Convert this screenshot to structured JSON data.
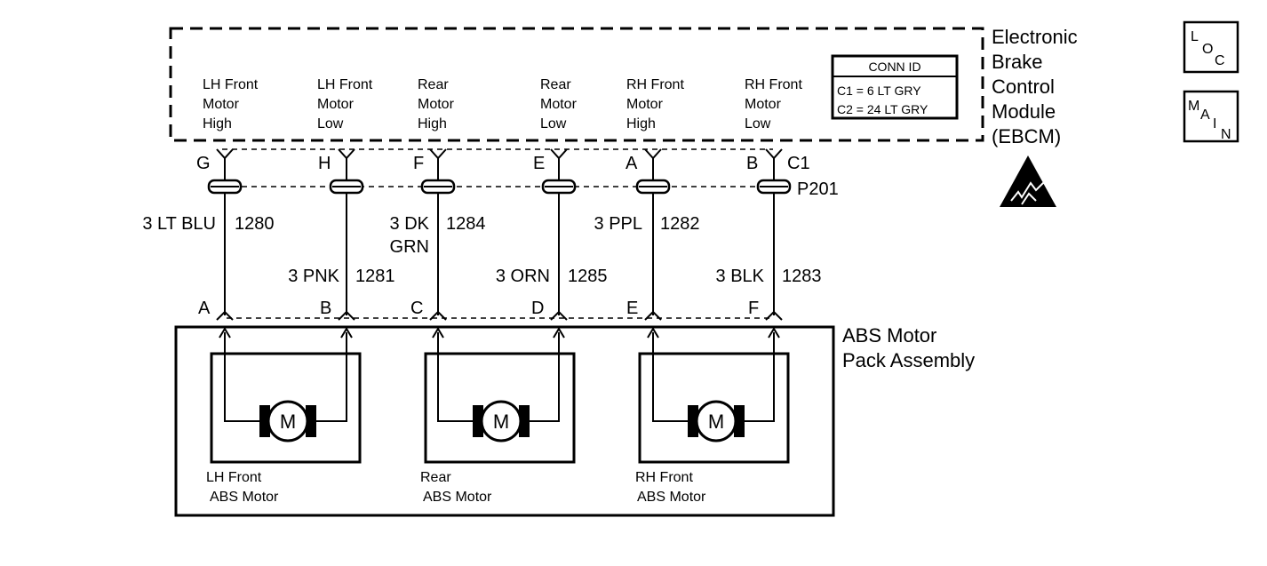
{
  "ebcm": {
    "title_lines": [
      "Electronic",
      "Brake",
      "Control",
      "Module",
      "(EBCM)"
    ],
    "connector": "C1",
    "pins": [
      {
        "label_lines": [
          "LH Front",
          "Motor",
          "High"
        ],
        "letter": "G"
      },
      {
        "label_lines": [
          "LH Front",
          "Motor",
          "Low"
        ],
        "letter": "H"
      },
      {
        "label_lines": [
          "Rear",
          "Motor",
          "High"
        ],
        "letter": "F"
      },
      {
        "label_lines": [
          "Rear",
          "Motor",
          "Low"
        ],
        "letter": "E"
      },
      {
        "label_lines": [
          "RH Front",
          "Motor",
          "High"
        ],
        "letter": "A"
      },
      {
        "label_lines": [
          "RH Front",
          "Motor",
          "Low"
        ],
        "letter": "B"
      }
    ]
  },
  "conn_id": {
    "title": "CONN ID",
    "rows": [
      "C1 = 6 LT GRY",
      "C2 = 24 LT GRY"
    ]
  },
  "splice": "P201",
  "wires": [
    {
      "color_lines": [
        "3 LT BLU"
      ],
      "circuit": "1280"
    },
    {
      "color_lines": [
        "3 PNK"
      ],
      "circuit": "1281"
    },
    {
      "color_lines": [
        "3 DK",
        "GRN"
      ],
      "circuit": "1284"
    },
    {
      "color_lines": [
        "3 ORN"
      ],
      "circuit": "1285"
    },
    {
      "color_lines": [
        "3 PPL"
      ],
      "circuit": "1282"
    },
    {
      "color_lines": [
        "3 BLK"
      ],
      "circuit": "1283"
    }
  ],
  "motor_pack": {
    "title_lines": [
      "ABS Motor",
      "Pack Assembly"
    ],
    "pin_letters": [
      "A",
      "B",
      "C",
      "D",
      "E",
      "F"
    ],
    "motors": [
      {
        "label_lines": [
          "LH Front",
          "ABS Motor"
        ],
        "symbol": "M"
      },
      {
        "label_lines": [
          "Rear",
          "ABS Motor"
        ],
        "symbol": "M"
      },
      {
        "label_lines": [
          "RH Front",
          "ABS Motor"
        ],
        "symbol": "M"
      }
    ]
  },
  "icons": {
    "loc": [
      "L",
      "O",
      "C"
    ],
    "main": [
      "M",
      "A",
      "I",
      "N"
    ],
    "esd": "esd-warning-icon"
  }
}
